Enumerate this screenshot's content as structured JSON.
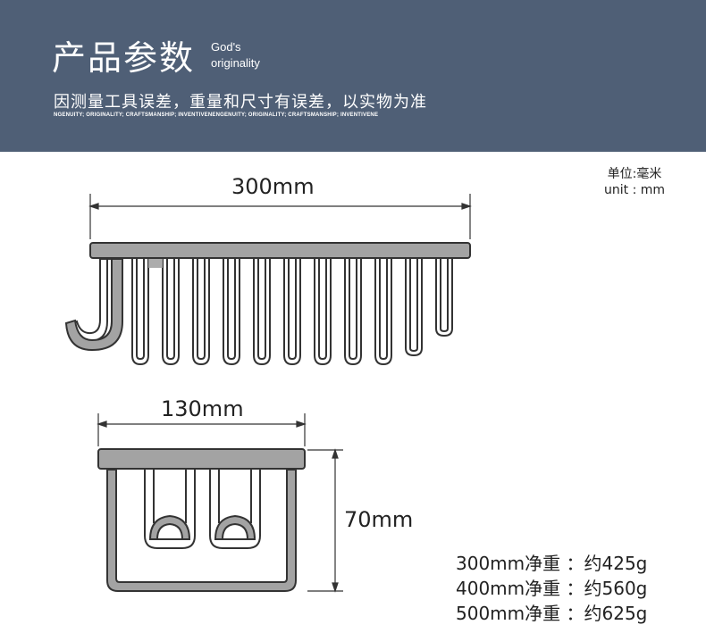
{
  "header": {
    "title": "产品参数",
    "subtitle_line1": "God's",
    "subtitle_line2": "originality",
    "notice": "因测量工具误差，重量和尺寸有误差，以实物为准",
    "tagline": "NGENUITY; ORIGINALITY; CRAFTSMANSHIP; INVENTIVENENGENUITY; ORIGINALITY; CRAFTSMANSHIP; INVENTIVENE"
  },
  "unit": {
    "cn": "单位:毫米",
    "en": "unit : mm"
  },
  "dimensions": {
    "length": "300mm",
    "width": "130mm",
    "height": "70mm"
  },
  "weights": [
    "300mm净重 ：约425g",
    "400mm净重 ：约560g",
    "500mm净重 ：约625g"
  ],
  "colors": {
    "header_bg": "#4f5f76",
    "rack_fill": "#a3a3a3",
    "line": "#333333"
  }
}
